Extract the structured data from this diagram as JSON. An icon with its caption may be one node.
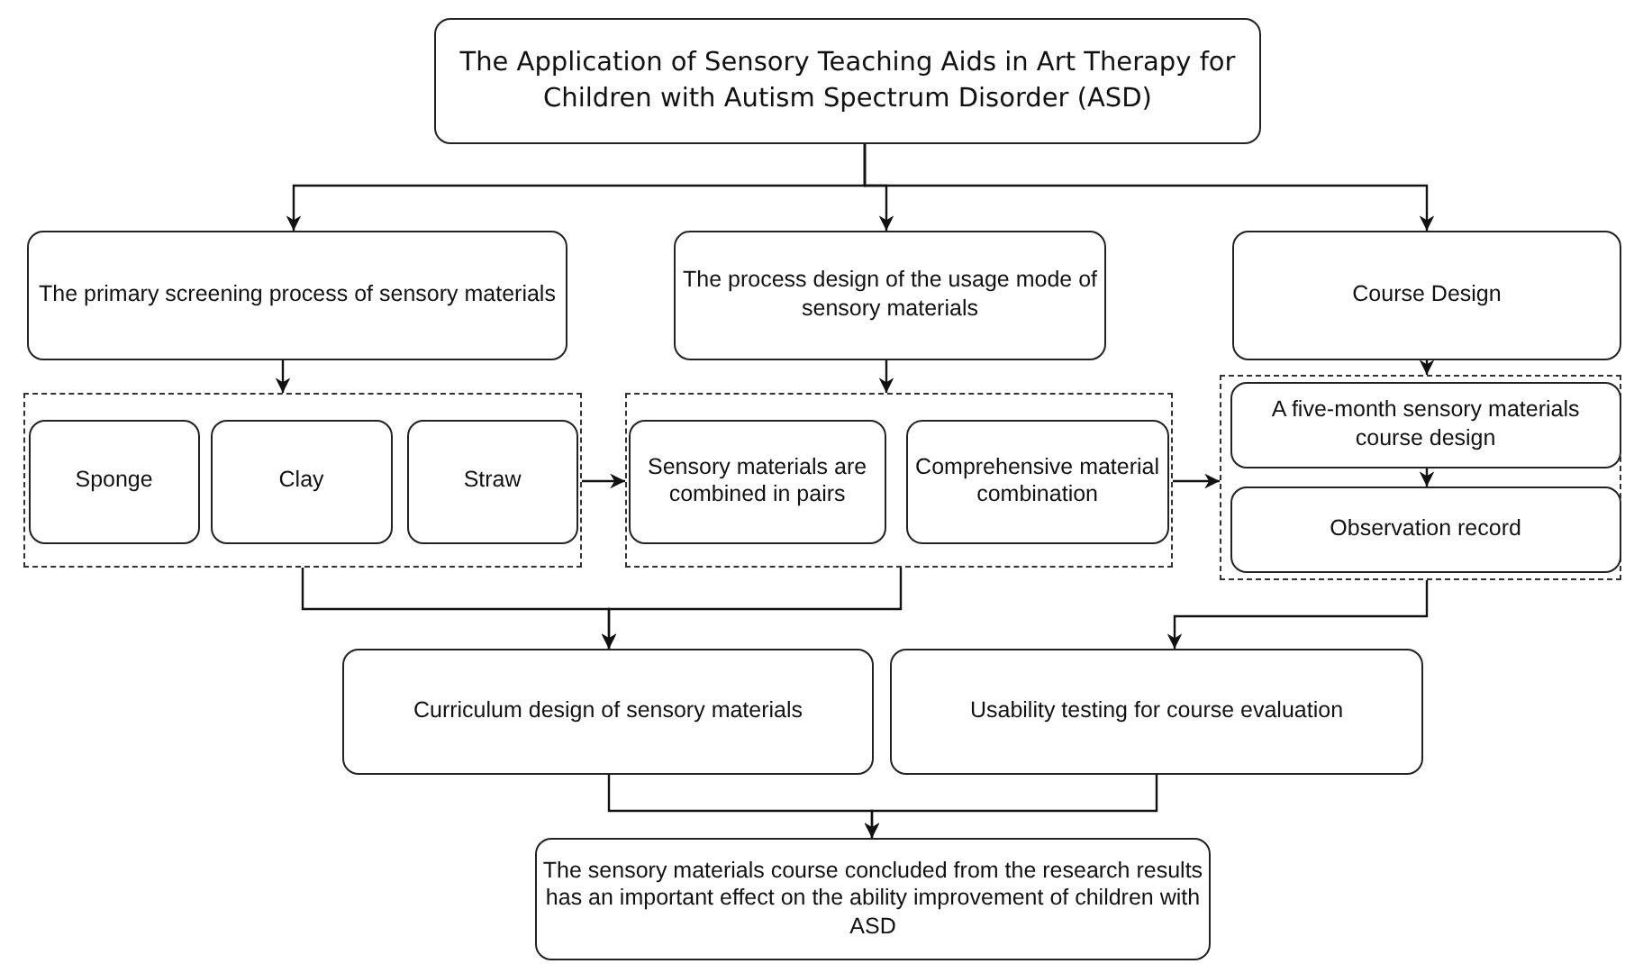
{
  "diagram": {
    "nodes": [
      {
        "text": [
          "The Application of Sensory Teaching Aids in Art Therapy for Children with Autism Spectrum Disorder (ASD)"
        ]
      },
      {
        "text": [
          "The primary screening process of sensory materials"
        ]
      },
      {
        "text": [
          "The process design of the usage mode of sensory materials"
        ]
      },
      {
        "text": [
          "Course Design"
        ]
      },
      {
        "text": [],
        "shape": "box"
      },
      {
        "text": [
          "Sponge"
        ],
        "in": 4
      },
      {
        "text": [
          "Clay"
        ],
        "in": 4
      },
      {
        "text": [
          "Straw"
        ],
        "in": 4
      },
      {
        "text": [],
        "shape": "box"
      },
      {
        "text": [
          "Sensory materials are combined in pairs"
        ],
        "in": 8
      },
      {
        "text": [
          "Comprehensive material combination"
        ],
        "in": 8
      },
      {
        "text": [],
        "shape": "box"
      },
      {
        "text": [
          "A five-month sensory materials course design"
        ],
        "in": 11
      },
      {
        "text": [
          "Observation record"
        ],
        "in": 11
      },
      {
        "text": [
          "Curriculum design of sensory materials"
        ]
      },
      {
        "text": [
          "Usability testing for course evaluation"
        ]
      },
      {
        "text": [
          "The sensory materials course concluded from the research results has an important effect on the ability improvement of children with ASD"
        ]
      }
    ],
    "edges": [
      {
        "from": 0,
        "to": 1,
        "arrow": "to"
      },
      {
        "from": 0,
        "to": 2,
        "arrow": "to"
      },
      {
        "from": 0,
        "to": 3,
        "arrow": "to"
      },
      {
        "from": 1,
        "to": 4,
        "arrow": "to"
      },
      {
        "from": 2,
        "to": 8,
        "arrow": "to"
      },
      {
        "from": 3,
        "to": 11,
        "arrow": "to"
      },
      {
        "from": 4,
        "to": 8,
        "arrow": "to"
      },
      {
        "from": 8,
        "to": 11,
        "arrow": "to"
      },
      {
        "from": 12,
        "to": 13,
        "arrow": "to"
      },
      {
        "from": 4,
        "to": 14,
        "arrow": "to"
      },
      {
        "from": 8,
        "to": 14,
        "arrow": "to"
      },
      {
        "from": 11,
        "to": 15,
        "arrow": "to"
      },
      {
        "from": 14,
        "to": 16,
        "arrow": "to"
      },
      {
        "from": 15,
        "to": 16,
        "arrow": "to"
      }
    ]
  }
}
